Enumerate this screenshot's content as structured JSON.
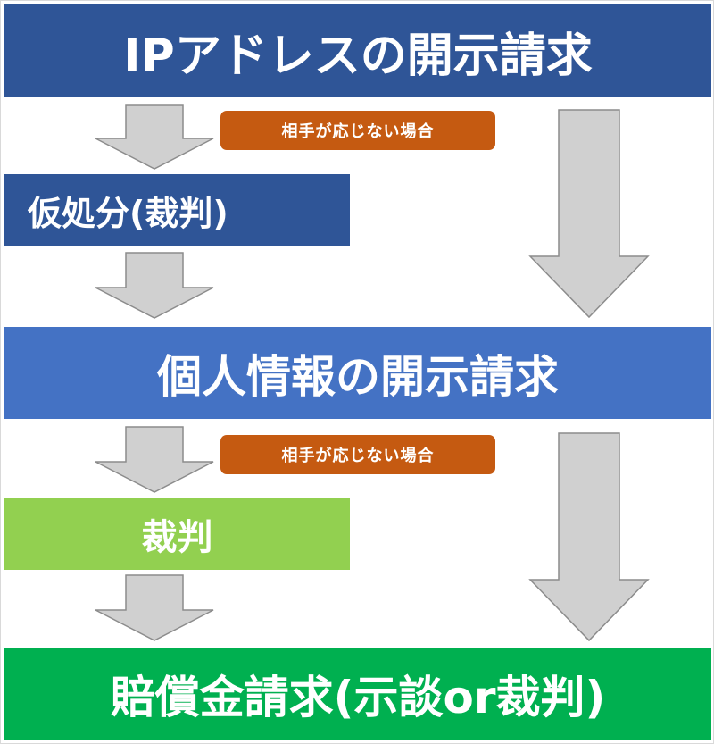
{
  "steps": {
    "ip_disclosure": {
      "label": "IPアドレスの開示請求",
      "color": "#2f5597"
    },
    "provisional": {
      "label": "仮処分(裁判)",
      "color": "#2f5597"
    },
    "personal_info": {
      "label": "個人情報の開示請求",
      "color": "#4472c4"
    },
    "lawsuit": {
      "label": "裁判",
      "color": "#92d050"
    },
    "damages": {
      "label": "賠償金請求(示談or裁判)",
      "color": "#00b050"
    }
  },
  "conditions": {
    "first": "相手が応じない場合",
    "second": "相手が応じない場合",
    "color": "#c55a11"
  },
  "arrow_color": "#d0d0d0"
}
